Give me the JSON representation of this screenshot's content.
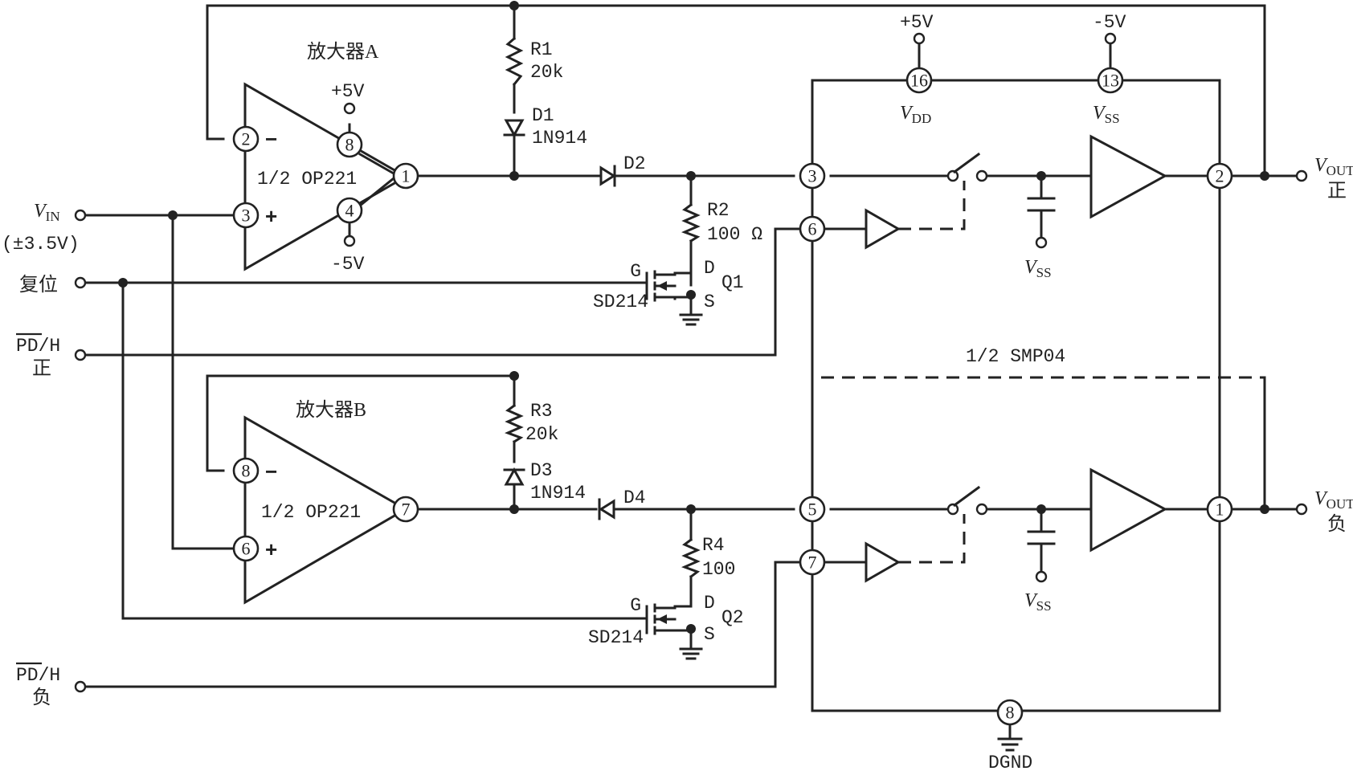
{
  "labels": {
    "amp_a": "放大器A",
    "amp_b": "放大器B",
    "opamp_a": "1/2  OP221",
    "opamp_b": "1/2  OP221",
    "smp": "1/2  SMP04",
    "plus5_a": "+5V",
    "minus5_a": "-5V",
    "plus5_top": "+5V",
    "minus5_top": "-5V",
    "vdd_v": "V",
    "vdd_sub": "DD",
    "vss_v": "V",
    "vss_sub": "SS",
    "vss_cap1_v": "V",
    "vss_cap1_sub": "SS",
    "vss_cap2_v": "V",
    "vss_cap2_sub": "SS",
    "vin_v": "V",
    "vin_sub": "IN",
    "vin_range": "(±3.5V)",
    "reset": "复位",
    "pdh_pos_line1": "PD/H",
    "pdh_pos_line2": "正",
    "pdh_neg_line1": "PD/H",
    "pdh_neg_line2": "负",
    "vout_pos_v": "V",
    "vout_pos_sub": "OUT",
    "vout_pos_suffix": "正",
    "vout_neg_v": "V",
    "vout_neg_sub": "OUT",
    "vout_neg_suffix": "负",
    "dgnd": "DGND",
    "r1": "R1",
    "r1_val": "20k",
    "d1": "D1",
    "d1_type": "1N914",
    "d2": "D2",
    "r2": "R2",
    "r2_val": "100 Ω",
    "q1": "Q1",
    "q1_type": "SD214",
    "q1_g": "G",
    "q1_d": "D",
    "q1_s": "S",
    "r3": "R3",
    "r3_val": "20k",
    "d3": "D3",
    "d3_type": "1N914",
    "d4": "D4",
    "r4": "R4",
    "r4_val": "100",
    "q2": "Q2",
    "q2_type": "SD214",
    "q2_g": "G",
    "q2_d": "D",
    "q2_s": "S",
    "minus_a": "−",
    "plus_a": "+",
    "minus_b": "−",
    "plus_b": "+"
  },
  "pins": {
    "a2": "2",
    "a3": "3",
    "a8": "8",
    "a4": "4",
    "a1": "1",
    "b8": "8",
    "b6": "6",
    "b7": "7",
    "s16": "16",
    "s13": "13",
    "s3": "3",
    "s6": "6",
    "s2": "2",
    "s5": "5",
    "s7": "7",
    "s1": "1",
    "s8": "8"
  }
}
